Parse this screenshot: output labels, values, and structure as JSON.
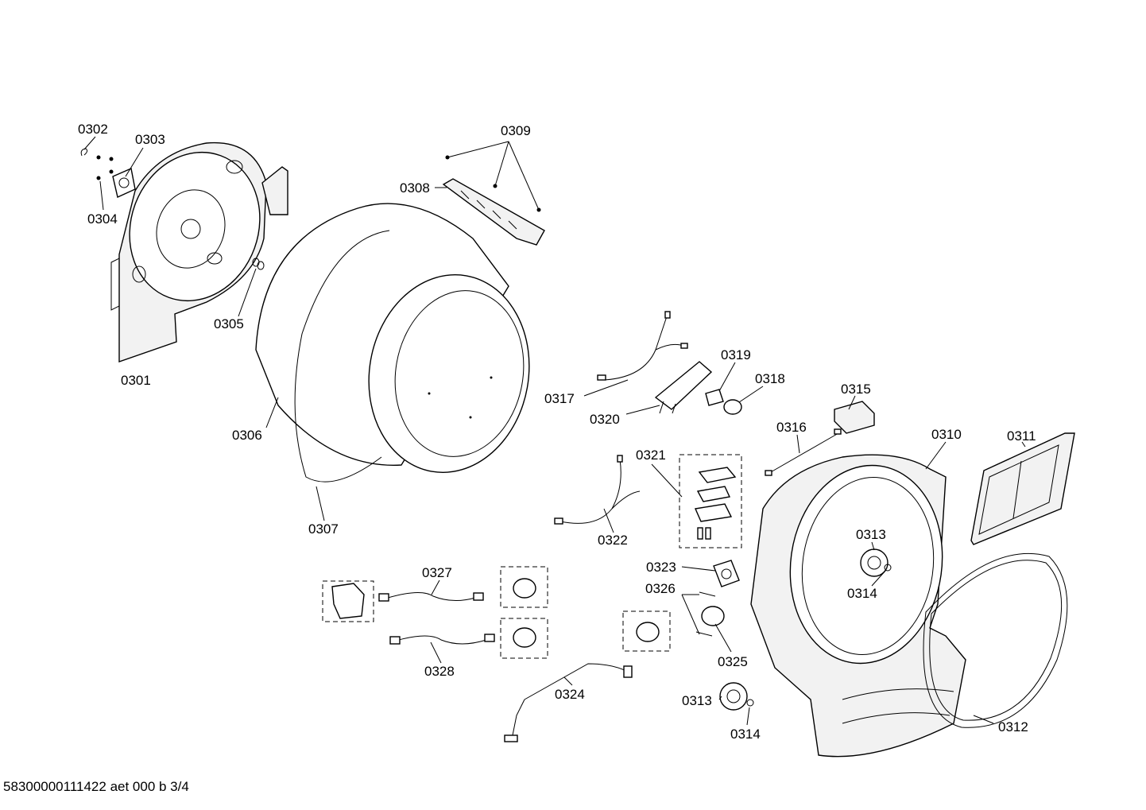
{
  "diagram": {
    "labels": {
      "p0301": "0301",
      "p0302": "0302",
      "p0303": "0303",
      "p0304": "0304",
      "p0305": "0305",
      "p0306": "0306",
      "p0307": "0307",
      "p0308": "0308",
      "p0309": "0309",
      "p0310": "0310",
      "p0311": "0311",
      "p0312": "0312",
      "p0313a": "0313",
      "p0313b": "0313",
      "p0314a": "0314",
      "p0314b": "0314",
      "p0315": "0315",
      "p0316": "0316",
      "p0317": "0317",
      "p0318": "0318",
      "p0319": "0319",
      "p0320": "0320",
      "p0321": "0321",
      "p0322": "0322",
      "p0323": "0323",
      "p0324": "0324",
      "p0325": "0325",
      "p0326": "0326",
      "p0327": "0327",
      "p0328": "0328"
    }
  },
  "footer": {
    "code": "58300000111422 aet 000 b 3/4"
  }
}
